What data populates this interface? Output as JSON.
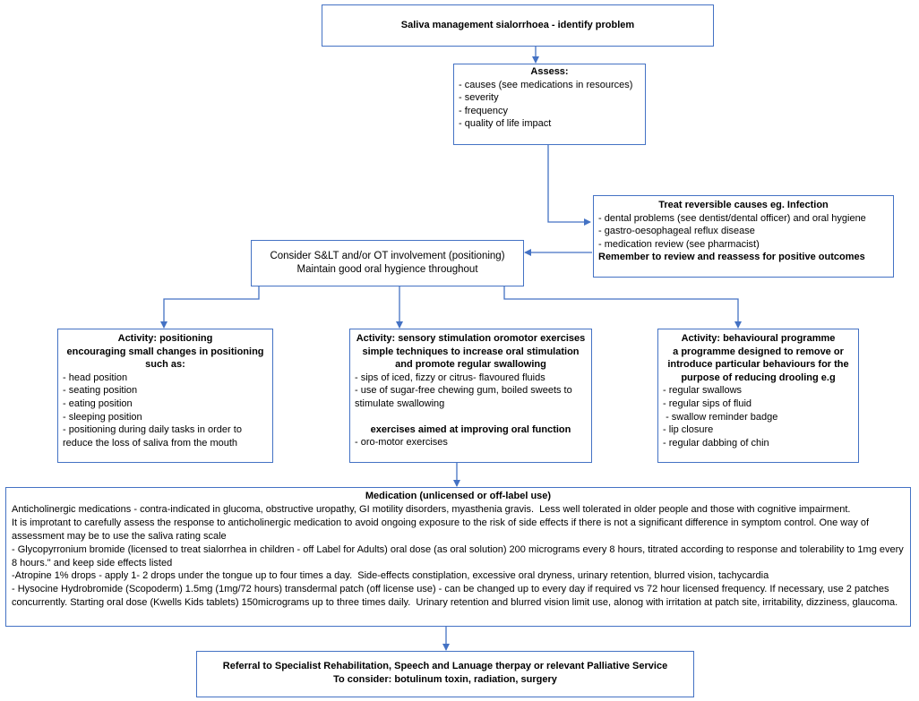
{
  "top": {
    "title": "Saliva management sialorrhoea - identify problem"
  },
  "assess": {
    "title": "Assess:",
    "items": [
      "- causes (see medications in resources)",
      "- severity",
      "- frequency",
      "- quality of life impact"
    ]
  },
  "treat": {
    "title": "Treat reversible causes eg. Infection",
    "items": [
      "- dental problems (see dentist/dental officer) and oral hygiene",
      "- gastro-oesophageal reflux disease",
      "- medication review (see pharmacist)"
    ],
    "footer": "Remember to review and reassess for positive outcomes"
  },
  "consider": {
    "line1": "Consider S&LT and/or OT involvement (positioning)",
    "line2": "Maintain good oral hygience throughout"
  },
  "positioning": {
    "title1": "Activity: positioning",
    "title2": "encouraging small changes in positioning",
    "title3": "such as:",
    "items": [
      "- head position",
      "- seating position",
      "- eating position",
      "- sleeping position",
      "- positioning during daily tasks in order to reduce the loss of saliva from the mouth"
    ]
  },
  "sensory": {
    "title1": "Activity: sensory stimulation oromotor exercises",
    "title2": "simple techniques to increase oral stimulation",
    "title3": "and promote regular swallowing",
    "items": [
      "- sips of iced, fizzy or citrus- flavoured fluids",
      "- use of sugar-free chewing gum, boiled sweets to stimulate swallowing"
    ],
    "subtitle": "exercises aimed at improving oral function",
    "subitems": [
      "- oro-motor exercises"
    ]
  },
  "behavioural": {
    "title1": "Activity: behavioural programme",
    "title2": "a programme designed to remove or",
    "title3": "introduce particular behaviours for the",
    "title4": "purpose of reducing drooling e.g",
    "items": [
      "- regular swallows",
      "- regular sips of fluid",
      " - swallow reminder badge",
      "- lip closure",
      "- regular dabbing of chin"
    ]
  },
  "medication": {
    "title": "Medication (unlicensed or off-label use)",
    "p1": "Anticholinergic medications - contra-indicated in glucoma, obstructive uropathy, GI motility disorders, myasthenia gravis.  Less well tolerated in older people and those with cognitive impairment.",
    "p2": "It is improtant to carefully assess the response to anticholinergic medication to avoid ongoing exposure to the risk of side effects if there is not a significant difference in symptom control. One way of assessment may be to use the saliva rating scale",
    "p3": "- Glycopyrronium bromide (licensed to treat sialorrhea in children - off Label for Adults) oral dose (as oral solution) 200 micrograms every 8 hours, titrated according to response and tolerability to 1mg every 8 hours.\" and keep side effects listed",
    "p4": "-Atropine 1% drops - apply 1- 2 drops under the tongue up to four times a day.  Side-effects constiplation, excessive oral dryness, urinary retention, blurred vision, tachycardia",
    "p5": "- Hysocine Hydrobromide (Scopoderm) 1.5mg (1mg/72 hours) transdermal patch (off license use) - can be changed up to every day if required vs 72 hour licensed frequency. If necessary, use 2 patches concurrently. Starting oral dose (Kwells Kids tablets) 150micrograms up to three times daily.  Urinary retention and blurred vision limit use, alonog with irritation at patch site, irritability, dizziness, glaucoma."
  },
  "referral": {
    "line1": "Referral to Specialist Rehabilitation, Speech and Lanuage therpay or relevant Palliative Service",
    "line2": "To consider: botulinum toxin, radiation, surgery"
  },
  "colors": {
    "border": "#4472c4",
    "arrow": "#4472c4"
  }
}
